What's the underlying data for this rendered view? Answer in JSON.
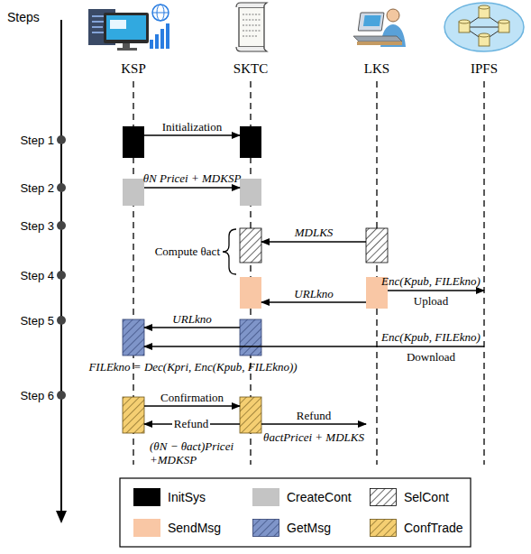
{
  "diagram": {
    "nodes": [
      {
        "text": [
          "KSP"
        ]
      },
      {
        "text": [
          "SKTC"
        ]
      },
      {
        "text": [
          "LKS"
        ]
      },
      {
        "text": [
          "IPFS"
        ]
      }
    ],
    "edges": [
      {
        "from": 0,
        "to": 1,
        "label": "Initialization",
        "arrow": "to"
      },
      {
        "from": 0,
        "to": 1,
        "label": "θN Pricei + MDKSP",
        "arrow": "to"
      },
      {
        "from": 2,
        "to": 1,
        "label": "MDLKS",
        "arrow": "to"
      },
      {
        "from": 2,
        "to": 3,
        "label": "Enc(Kpub, FILEkno)",
        "arrow": "to"
      },
      {
        "from": 2,
        "to": 1,
        "label": "URLkno",
        "arrow": "to"
      },
      {
        "from": 1,
        "to": 0,
        "label": "URLkno",
        "arrow": "to"
      },
      {
        "from": 3,
        "to": 0,
        "label": "Enc(Kpub, FILEkno)",
        "arrow": "to"
      },
      {
        "from": 0,
        "to": 1,
        "label": "Confirmation",
        "arrow": "to"
      },
      {
        "from": 1,
        "to": 0,
        "label": "Refund",
        "arrow": "to"
      },
      {
        "from": 1,
        "to": 2,
        "label": "Refund",
        "arrow": "to"
      }
    ],
    "labels": [
      "Steps",
      "Step 1",
      "Step 2",
      "Step 3",
      "Step 4",
      "Step 5",
      "Step 6",
      "Compute θact",
      "Upload",
      "Download",
      "FILEkno = Dec(Kpri, Enc(Kpub, FILEkno))",
      "(θN − θact)Pricei +MDKSP",
      "θactPricei + MDLKS"
    ],
    "legend": [
      {
        "text": "InitSys",
        "color": "#000000"
      },
      {
        "text": "CreateCont",
        "color": "#c4c4c4"
      },
      {
        "text": "SelCont"
      },
      {
        "text": "SendMsg",
        "color": "#f9c7a5"
      },
      {
        "text": "GetMsg"
      },
      {
        "text": "ConfTrade"
      }
    ]
  }
}
